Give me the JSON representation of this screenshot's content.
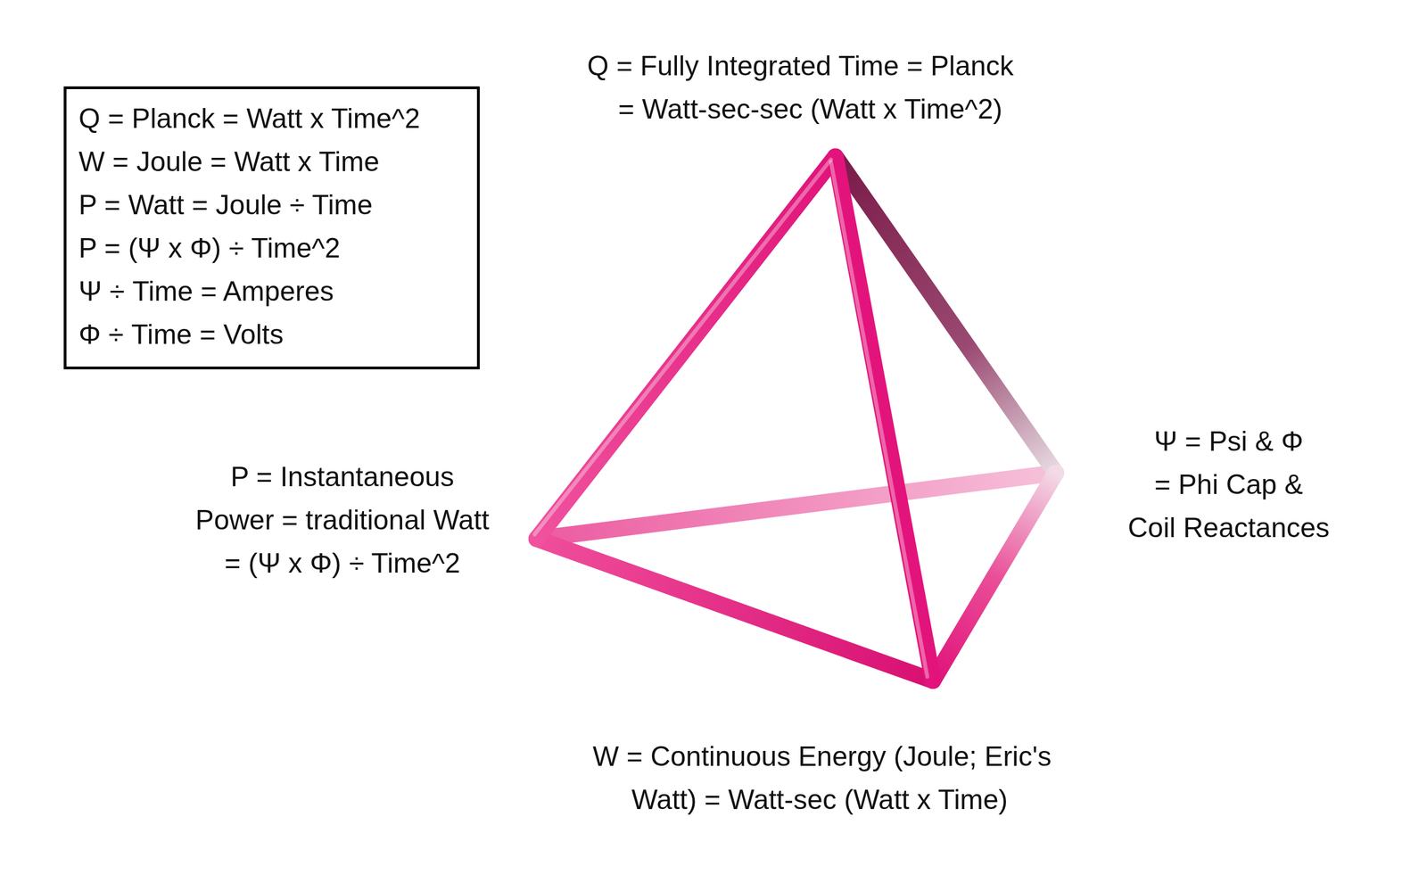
{
  "diagram": {
    "nodes": [
      {
        "text": [
          "Q = Planck = Watt x Time^2",
          "W = Joule = Watt x Time",
          "P = Watt = Joule ÷ Time",
          "P = (Ψ x Φ) ÷ Time^2",
          "Ψ ÷ Time = Amperes",
          "Φ ÷ Time = Volts"
        ]
      }
    ],
    "labels": [
      "Q = Fully Integrated Time = Planck = Watt-sec-sec (Watt x Time^2)",
      "Ψ = Psi & Φ = Phi Cap & Coil Reactances",
      "P = Instantaneous Power = traditional Watt = (Ψ x Φ) ÷ Time^2",
      "W = Continuous Energy (Joule; Eric's Watt) = Watt-sec (Watt x Time)"
    ]
  }
}
